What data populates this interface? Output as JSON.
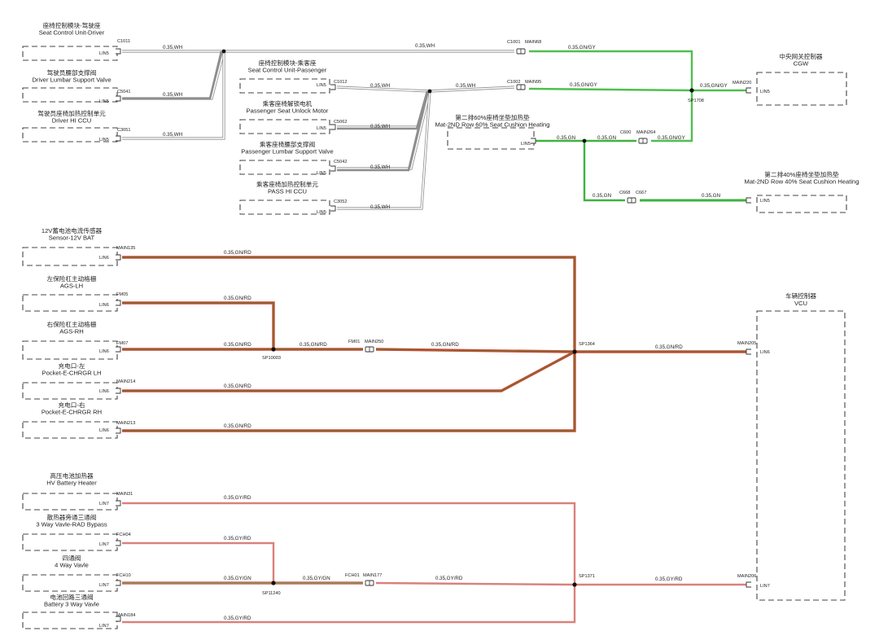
{
  "colors": {
    "WH": "#8e8e8e",
    "GN": "#3fb23f",
    "GN/GY": "#4fbf4f",
    "GN/RD": "#7a6a2e",
    "GN/RD_edge": "#d44a3a",
    "GY/RD": "#d9817b",
    "GY/GN": "#8a8a5a",
    "GY/GN_edge": "#cc6a5a"
  },
  "components": [
    {
      "id": "seat_driver",
      "cn": "座椅控制模块-驾驶座",
      "en": "Seat Control Unit-Driver",
      "conn": "C1011",
      "lin": "LIN5"
    },
    {
      "id": "lumbar_driver",
      "cn": "驾驶员腰部支撑阀",
      "en": "Driver Lumbar Support Valve",
      "conn": "C5041",
      "lin": "LIN5"
    },
    {
      "id": "hiccu_driver",
      "cn": "驾驶员座椅加热控制单元",
      "en": "Driver HI CCU",
      "conn": "C3051",
      "lin": "LIN5"
    },
    {
      "id": "seat_pass",
      "cn": "座椅控制模块-乘客座",
      "en": "Seat Control Unit-Passenger",
      "conn": "C1012",
      "lin": "LIN5"
    },
    {
      "id": "unlock_pass",
      "cn": "乘客座椅解锁电机",
      "en": "Passenger Seat Unlock Motor",
      "conn": "C5062",
      "lin": "LIN5"
    },
    {
      "id": "lumbar_pass",
      "cn": "乘客座椅腰部支撑阀",
      "en": "Passenger Lumbar Support Valve",
      "conn": "C5042",
      "lin": "LIN5"
    },
    {
      "id": "hiccu_pass",
      "cn": "乘客座椅加热控制单元",
      "en": "PASS HI CCU",
      "conn": "C3052",
      "lin": "LIN5"
    },
    {
      "id": "mat60",
      "cn": "第二排60%座椅坐垫加热垫",
      "en": "Mat-2ND Row 60% Seat Cushion Heating",
      "conn": "",
      "lin": "LIN5"
    },
    {
      "id": "cgw",
      "cn": "中央网关控制器",
      "en": "CGW",
      "conn": "MAIN220",
      "lin": "LIN5"
    },
    {
      "id": "mat40",
      "cn": "第二排40%座椅坐垫加热垫",
      "en": "Mat-2ND Row 40% Seat Cushion Heating",
      "conn": "",
      "lin": "LIN5"
    },
    {
      "id": "bat12",
      "cn": "12V蓄电池电流传感器",
      "en": "Sensor-12V BAT",
      "conn": "MAIN135",
      "lin": "LIN6"
    },
    {
      "id": "ags_lh",
      "cn": "左保险杠主动格栅",
      "en": "AGS-LH",
      "conn": "FM05",
      "lin": "LIN6"
    },
    {
      "id": "ags_rh",
      "cn": "右保险杠主动格栅",
      "en": "AGS-RH",
      "conn": "FM07",
      "lin": "LIN6"
    },
    {
      "id": "chg_lh",
      "cn": "充电口-左",
      "en": "Pocket-E-CHRGR LH",
      "conn": "MAIN214",
      "lin": "LIN6"
    },
    {
      "id": "chg_rh",
      "cn": "充电口-右",
      "en": "Pocket-E-CHRGR RH",
      "conn": "MAIN213",
      "lin": "LIN6"
    },
    {
      "id": "vcu",
      "cn": "车辆控制器",
      "en": "VCU",
      "conn6": "MAIN205",
      "lin6": "LIN6",
      "conn7": "MAIN206",
      "lin7": "LIN7"
    },
    {
      "id": "hvheater",
      "cn": "高压电池加热器",
      "en": "HV Battery Heater",
      "conn": "MAIN31",
      "lin": "LIN7"
    },
    {
      "id": "rad3way",
      "cn": "散热器旁通三通阀",
      "en": "3 Way Vavle-RAD Bypass",
      "conn": "FCH04",
      "lin": "LIN7"
    },
    {
      "id": "v4way",
      "cn": "四通阀",
      "en": "4 Way Vavle",
      "conn": "FCH10",
      "lin": "LIN7"
    },
    {
      "id": "bat3way",
      "cn": "电池回路三通阀",
      "en": "Battery 3 Way Vavle",
      "conn": "MAIN184",
      "lin": "LIN7"
    }
  ],
  "connectors": [
    {
      "id": "c1001",
      "label": "C1001",
      "label2": "MAIN68"
    },
    {
      "id": "c1002",
      "label": "C1002",
      "label2": "MAIN95"
    },
    {
      "id": "c600",
      "label": "C600",
      "label2": "MAIN264"
    },
    {
      "id": "c668",
      "label": "C668",
      "label2": "C667"
    },
    {
      "id": "fm01",
      "label": "FM01",
      "label2": "MAIN250"
    },
    {
      "id": "fch01",
      "label": "FCH01",
      "label2": "MAIN177"
    }
  ],
  "splices": [
    {
      "id": "sp1708",
      "label": "SP1708"
    },
    {
      "id": "sp10003",
      "label": "SP10003"
    },
    {
      "id": "sp1364",
      "label": "SP1364"
    },
    {
      "id": "sp11240",
      "label": "SP11240"
    },
    {
      "id": "sp1371",
      "label": "SP1371"
    }
  ],
  "wires": [
    {
      "id": "w_drv_seat_a",
      "label": "0.35,WH",
      "color": "WH"
    },
    {
      "id": "w_drv_seat_b",
      "label": "0.35,WH",
      "color": "WH"
    },
    {
      "id": "w_drv_lumbar",
      "label": "0.35,WH",
      "color": "WH"
    },
    {
      "id": "w_drv_hiccu",
      "label": "0.35,WH",
      "color": "WH"
    },
    {
      "id": "w_c1001_sp1708",
      "label": "0.35,GN/GY",
      "color": "GN/GY"
    },
    {
      "id": "w_pass_seat_a",
      "label": "0.35,WH",
      "color": "WH"
    },
    {
      "id": "w_pass_seat_b",
      "label": "0.35,WH",
      "color": "WH"
    },
    {
      "id": "w_pass_unlock",
      "label": "0.35,WH",
      "color": "WH"
    },
    {
      "id": "w_pass_lumbar",
      "label": "0.35,WH",
      "color": "WH"
    },
    {
      "id": "w_pass_hiccu",
      "label": "0.35,WH",
      "color": "WH"
    },
    {
      "id": "w_c1002_sp1708",
      "label": "0.35,GN/GY",
      "color": "GN/GY"
    },
    {
      "id": "w_sp1708_cgw",
      "label": "0.35,GN/GY",
      "color": "GN/GY"
    },
    {
      "id": "w_mat60_a",
      "label": "0.35,GN",
      "color": "GN"
    },
    {
      "id": "w_mat60_b",
      "label": "0.35,GN",
      "color": "GN"
    },
    {
      "id": "w_c600_sp1708",
      "label": "0.35,GN/GY",
      "color": "GN/GY"
    },
    {
      "id": "w_mat60_c668",
      "label": "0.35,GN",
      "color": "GN"
    },
    {
      "id": "w_c667_mat40",
      "label": "0.35,GN",
      "color": "GN"
    },
    {
      "id": "w_bat12",
      "label": "0.35,GN/RD",
      "color": "GN/RD"
    },
    {
      "id": "w_agslh",
      "label": "0.35,GN/RD",
      "color": "GN/RD"
    },
    {
      "id": "w_agsrh",
      "label": "0.35,GN/RD",
      "color": "GN/RD"
    },
    {
      "id": "w_sp10003_fm01",
      "label": "0.35,GN/RD",
      "color": "GN/RD"
    },
    {
      "id": "w_main250_sp1364",
      "label": "0.35,GN/RD",
      "color": "GN/RD"
    },
    {
      "id": "w_sp1364_vcu",
      "label": "0.35,GN/RD",
      "color": "GN/RD"
    },
    {
      "id": "w_chglh",
      "label": "0.35,GN/RD",
      "color": "GN/RD"
    },
    {
      "id": "w_chgrh",
      "label": "0.35,GN/RD",
      "color": "GN/RD"
    },
    {
      "id": "w_hvheater",
      "label": "0.35,GY/RD",
      "color": "GY/RD"
    },
    {
      "id": "w_rad3way",
      "label": "0.35,GY/RD",
      "color": "GY/RD"
    },
    {
      "id": "w_4way",
      "label": "0.35,GY/GN",
      "color": "GY/GN"
    },
    {
      "id": "w_sp11240_fch01",
      "label": "0.35,GY/GN",
      "color": "GY/GN"
    },
    {
      "id": "w_main177_sp1371",
      "label": "0.35,GY/RD",
      "color": "GY/RD"
    },
    {
      "id": "w_sp1371_vcu",
      "label": "0.35,GY/RD",
      "color": "GY/RD"
    },
    {
      "id": "w_bat3way",
      "label": "0.35,GY/RD",
      "color": "GY/RD"
    }
  ]
}
